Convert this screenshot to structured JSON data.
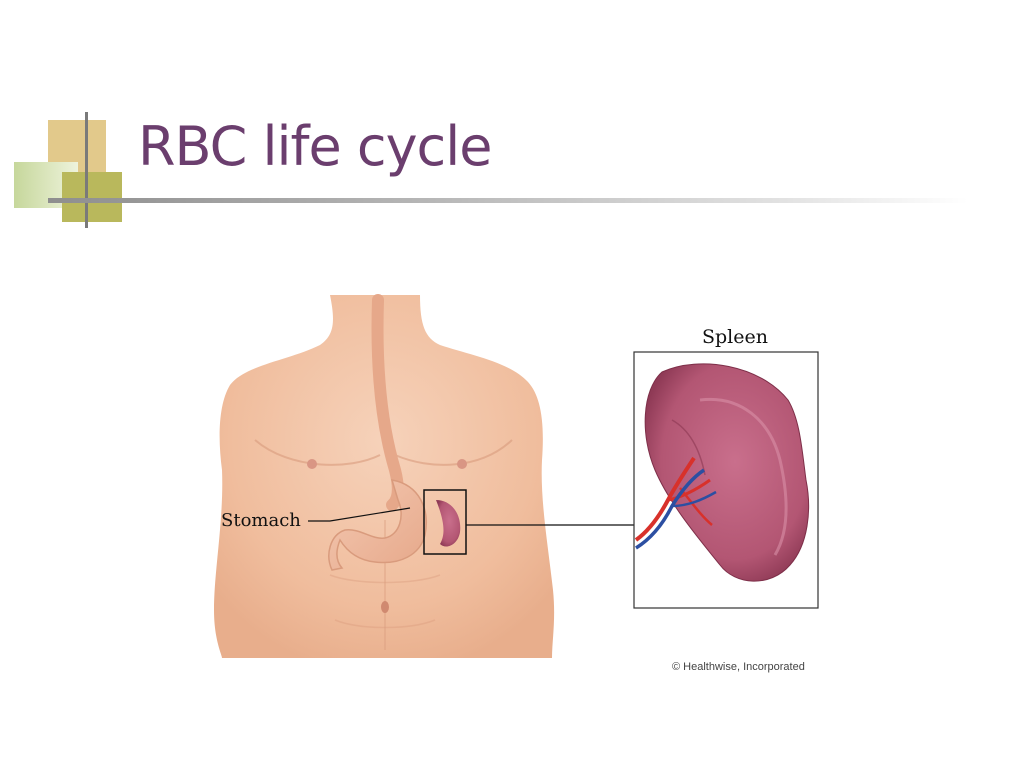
{
  "slide": {
    "title": "RBC life cycle"
  },
  "figure": {
    "labels": {
      "spleen": "Spleen",
      "stomach": "Stomach"
    },
    "copyright": "© Healthwise, Incorporated"
  },
  "colors": {
    "title": "#6b3e6e",
    "skin": "#f2c3a4",
    "spleen": "#b65a78",
    "artery": "#d8312b",
    "vein": "#2c4fa2"
  }
}
